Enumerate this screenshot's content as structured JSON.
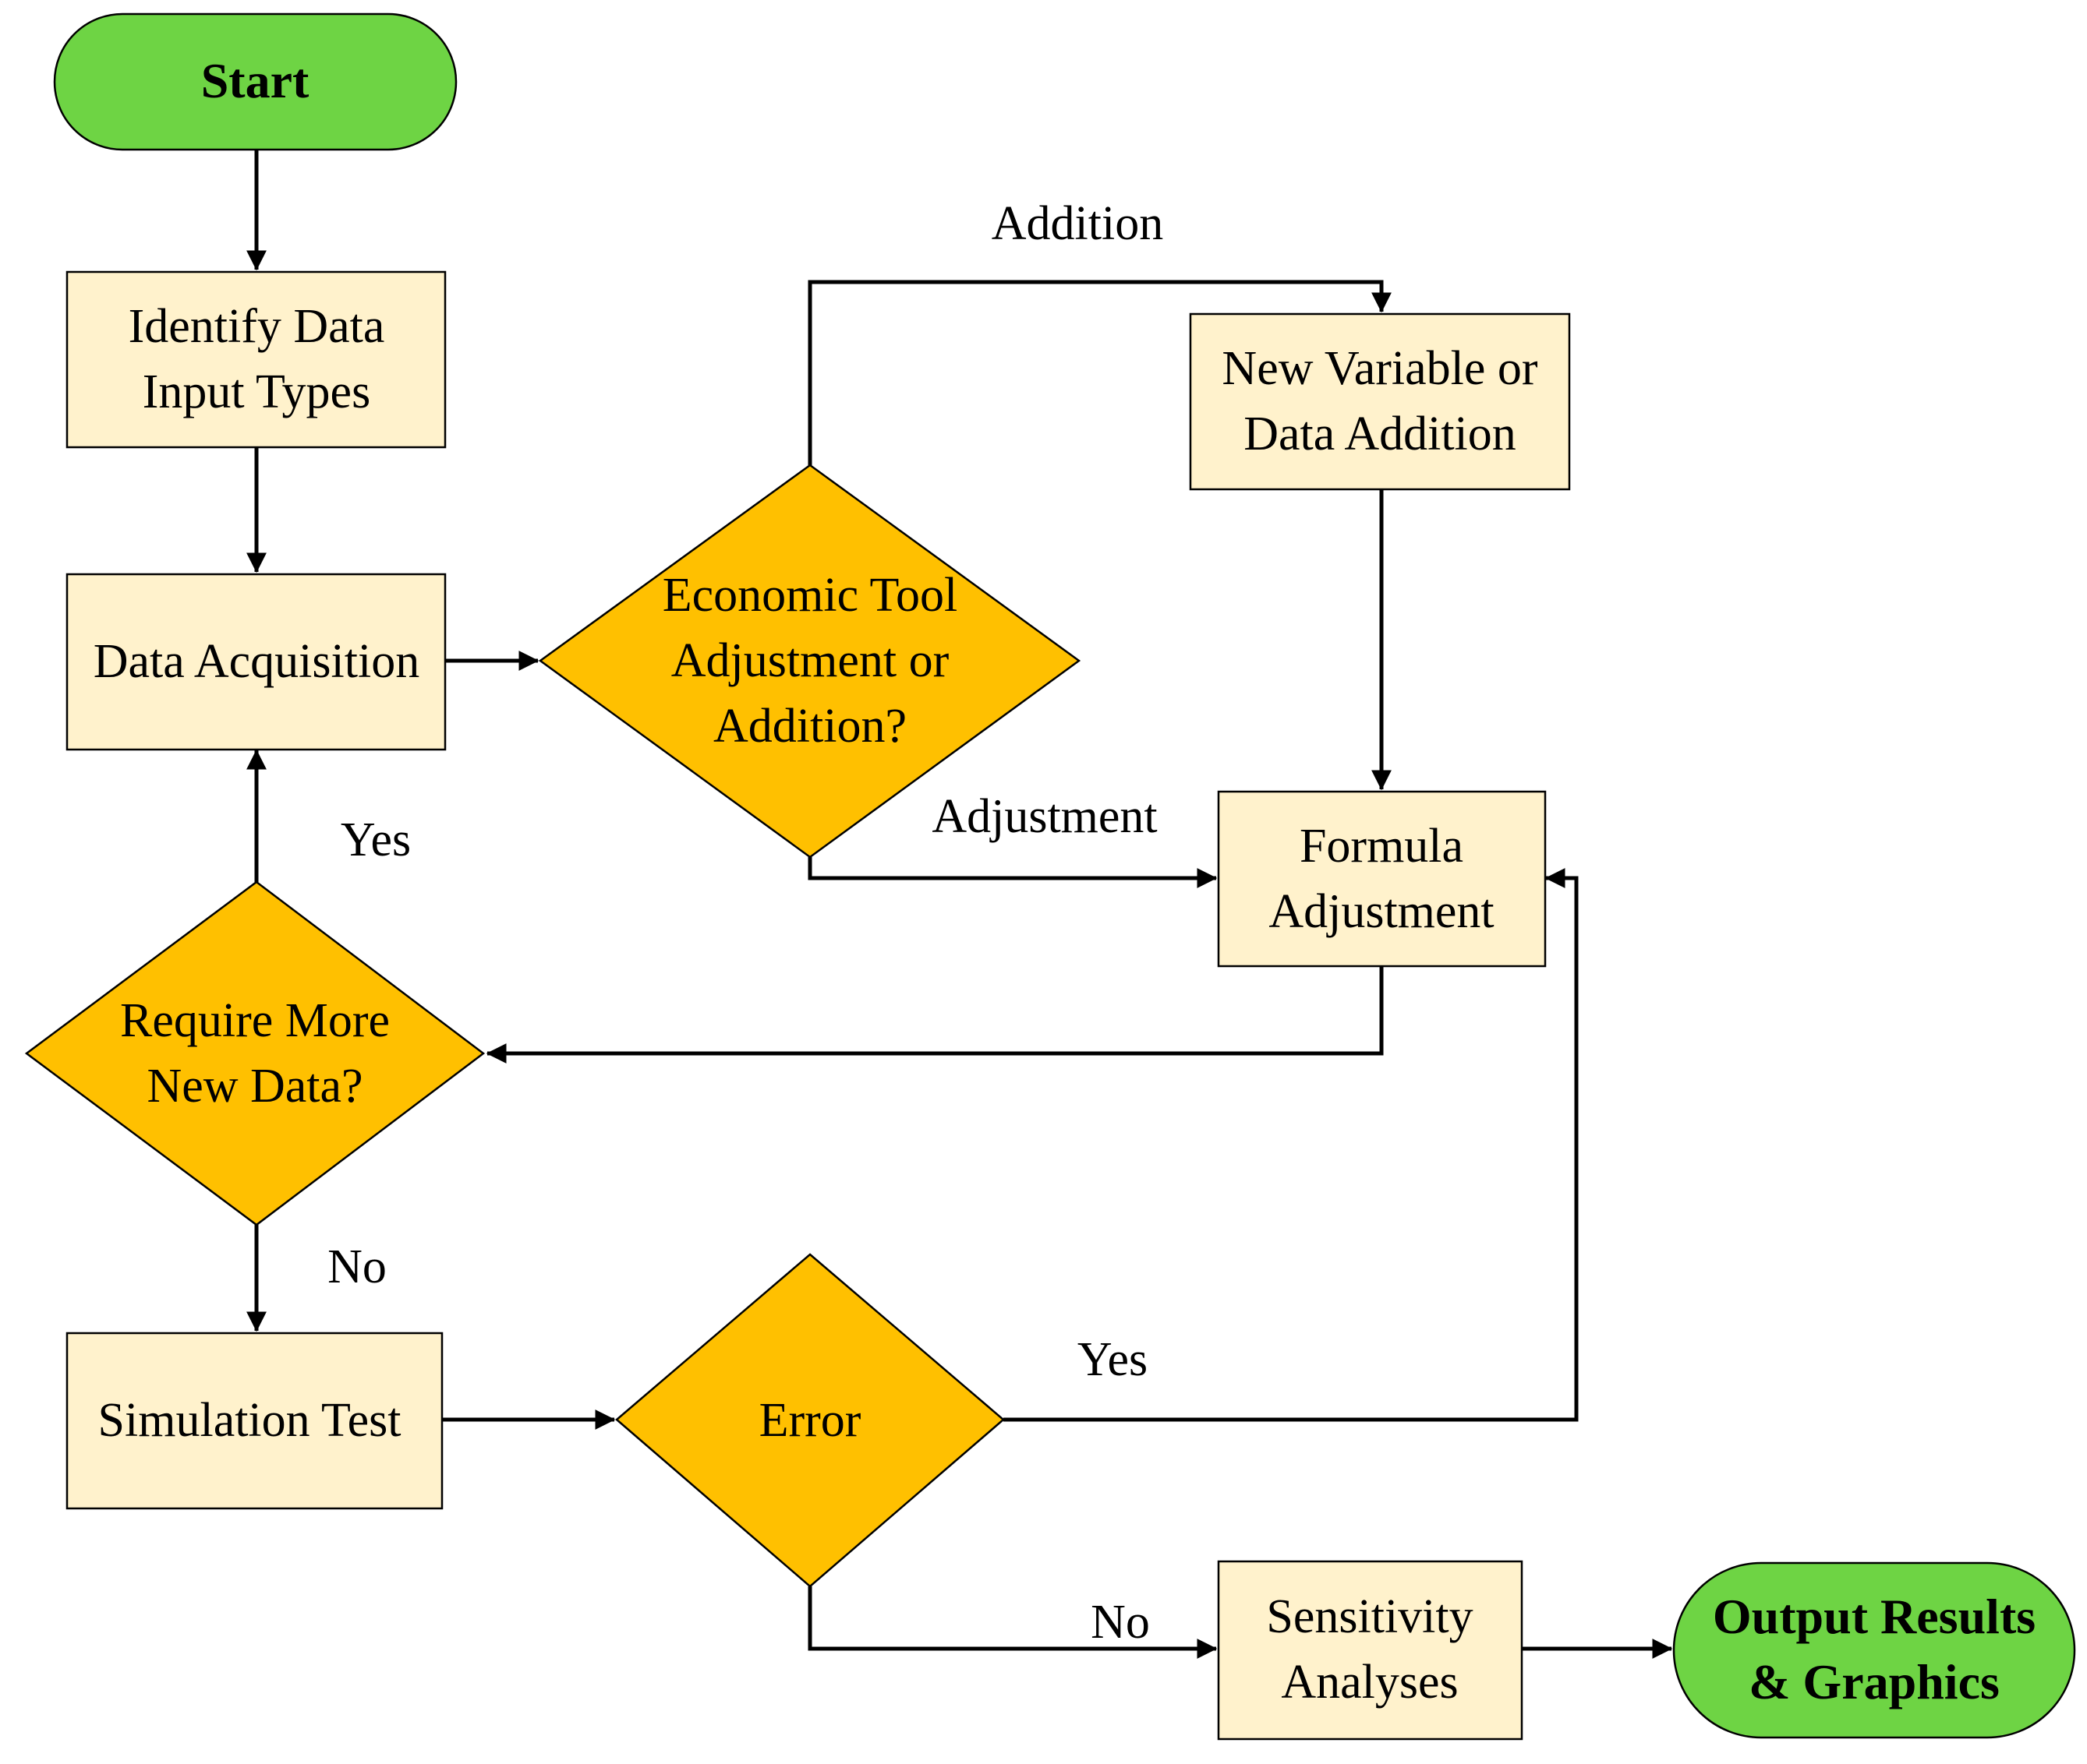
{
  "colors": {
    "terminal_fill": "#6ED444",
    "process_fill": "#FFF2CC",
    "decision_fill": "#FFC000",
    "stroke": "#000000"
  },
  "nodes": {
    "start": {
      "lines": [
        "Start"
      ]
    },
    "identify": {
      "lines": [
        "Identify Data",
        "Input Types"
      ]
    },
    "acquisition": {
      "lines": [
        "Data Acquisition"
      ]
    },
    "economic": {
      "lines": [
        "Economic Tool",
        "Adjustment or",
        "Addition?"
      ]
    },
    "new_variable": {
      "lines": [
        "New Variable or",
        "Data Addition"
      ]
    },
    "formula": {
      "lines": [
        "Formula",
        "Adjustment"
      ]
    },
    "require": {
      "lines": [
        "Require More",
        "New Data?"
      ]
    },
    "simulation": {
      "lines": [
        "Simulation Test"
      ]
    },
    "error": {
      "lines": [
        "Error"
      ]
    },
    "sensitivity": {
      "lines": [
        "Sensitivity",
        "Analyses"
      ]
    },
    "output": {
      "lines": [
        "Output Results",
        "& Graphics"
      ]
    }
  },
  "edge_labels": {
    "addition": "Addition",
    "adjustment": "Adjustment",
    "yes_require": "Yes",
    "no_require": "No",
    "yes_error": "Yes",
    "no_error": "No"
  }
}
